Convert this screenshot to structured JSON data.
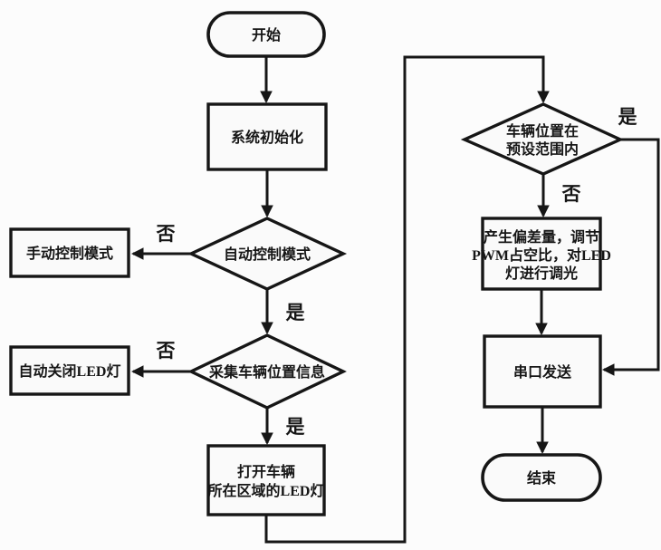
{
  "diagram": {
    "type": "flowchart",
    "language": "zh-CN",
    "colors": {
      "line": "#161616",
      "shape_fill": "#fafafa",
      "background": "#fcfcfc"
    },
    "labels": {
      "yes": "是",
      "no": "否"
    },
    "nodes": {
      "start": {
        "type": "terminator",
        "label": "开始"
      },
      "init": {
        "type": "process",
        "label": "系统初始化"
      },
      "auto_mode": {
        "type": "decision",
        "label": "自动控制模式"
      },
      "manual_mode": {
        "type": "process",
        "label": "手动控制模式"
      },
      "collect_position": {
        "type": "decision",
        "label": "采集车辆位置信息"
      },
      "led_off": {
        "type": "process",
        "label": "自动关闭LED灯"
      },
      "open_led": {
        "type": "process",
        "line1": "打开车辆",
        "line2": "所在区域的LED灯"
      },
      "in_range": {
        "type": "decision",
        "line1": "车辆位置在",
        "line2": "预设范围内"
      },
      "pwm": {
        "type": "process",
        "line1": "产生偏差量，调节",
        "line2": "PWM占空比，对LED",
        "line3": "灯进行调光"
      },
      "serial": {
        "type": "process",
        "label": "串口发送"
      },
      "end": {
        "type": "terminator",
        "label": "结束"
      }
    },
    "edges": [
      {
        "from": "start",
        "to": "init",
        "label": ""
      },
      {
        "from": "init",
        "to": "auto_mode",
        "label": ""
      },
      {
        "from": "auto_mode",
        "to": "manual_mode",
        "label": "否"
      },
      {
        "from": "auto_mode",
        "to": "collect_position",
        "label": "是"
      },
      {
        "from": "collect_position",
        "to": "led_off",
        "label": "否"
      },
      {
        "from": "collect_position",
        "to": "open_led",
        "label": "是"
      },
      {
        "from": "open_led",
        "to": "in_range",
        "label": ""
      },
      {
        "from": "in_range",
        "to": "pwm",
        "label": "否"
      },
      {
        "from": "in_range",
        "to": "serial",
        "label": "是"
      },
      {
        "from": "pwm",
        "to": "serial",
        "label": ""
      },
      {
        "from": "serial",
        "to": "end",
        "label": ""
      }
    ]
  }
}
